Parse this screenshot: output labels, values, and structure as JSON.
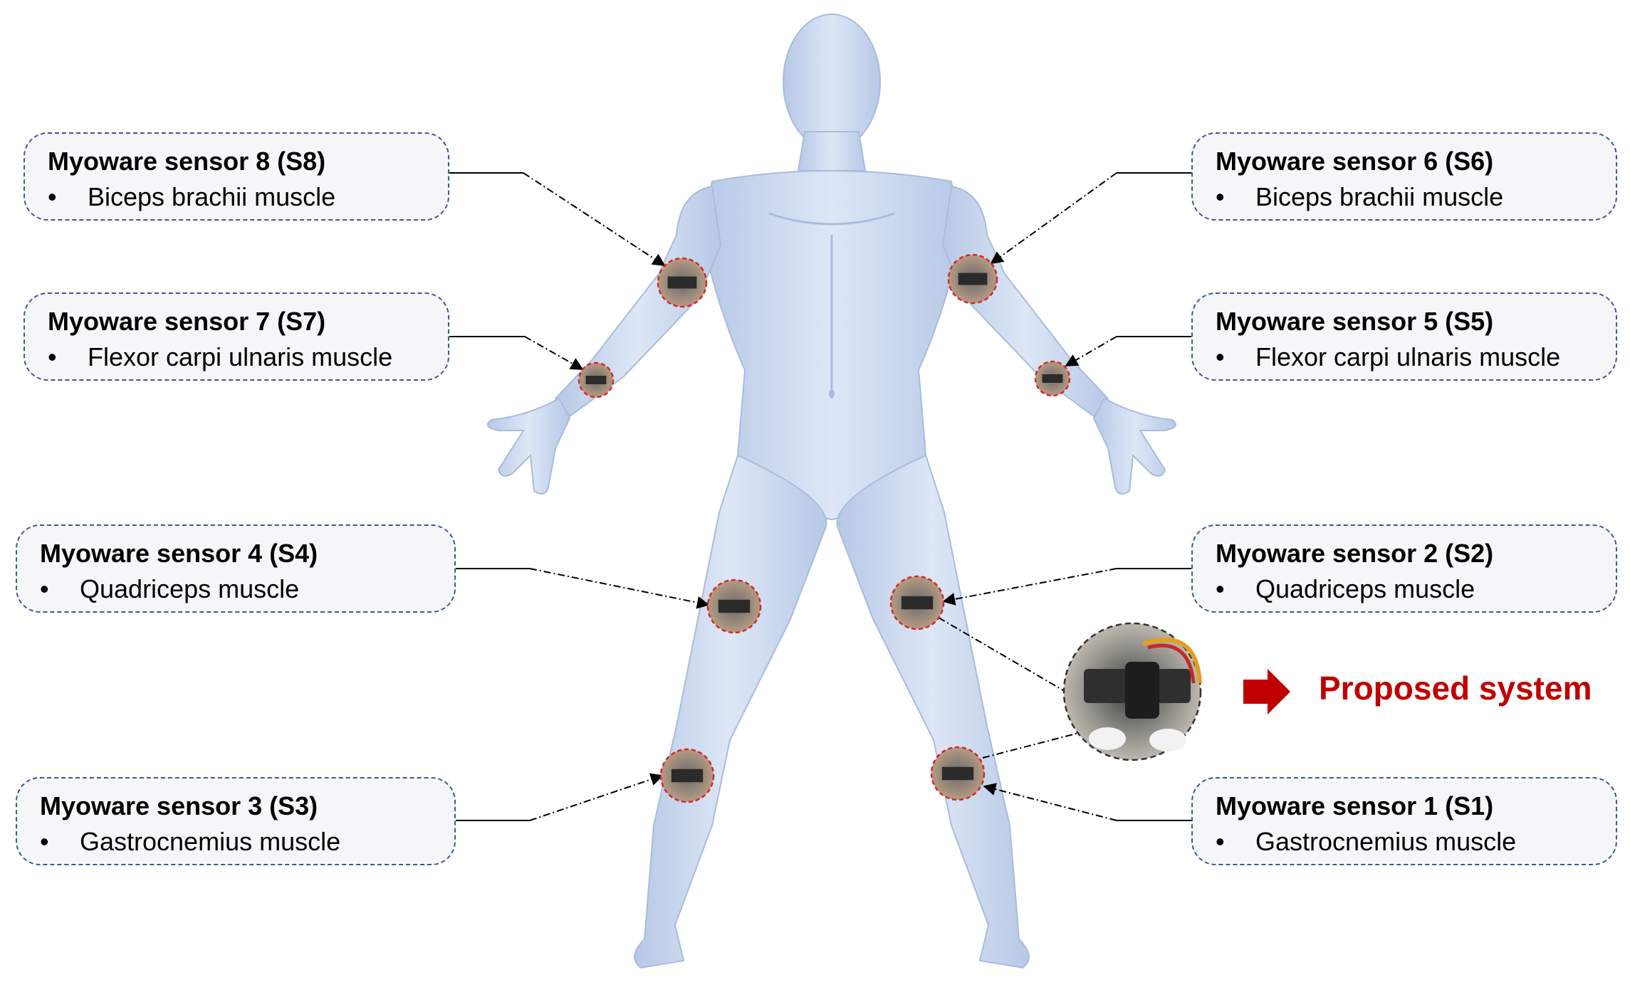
{
  "sensors": [
    {
      "id": "s8",
      "title": "Myoware sensor 8 (S8)",
      "muscle": "Biceps brachii muscle"
    },
    {
      "id": "s7",
      "title": "Myoware sensor 7 (S7)",
      "muscle": "Flexor carpi ulnaris muscle"
    },
    {
      "id": "s4",
      "title": "Myoware sensor 4 (S4)",
      "muscle": "Quadriceps muscle"
    },
    {
      "id": "s3",
      "title": "Myoware sensor 3 (S3)",
      "muscle": "Gastrocnemius muscle"
    },
    {
      "id": "s6",
      "title": "Myoware sensor 6 (S6)",
      "muscle": "Biceps brachii muscle"
    },
    {
      "id": "s5",
      "title": "Myoware sensor 5 (S5)",
      "muscle": "Flexor carpi ulnaris muscle"
    },
    {
      "id": "s2",
      "title": "Myoware sensor 2 (S2)",
      "muscle": "Quadriceps muscle"
    },
    {
      "id": "s1",
      "title": "Myoware sensor 1 (S1)",
      "muscle": "Gastrocnemius muscle"
    }
  ],
  "bullet": "•",
  "proposed_system": "Proposed system",
  "colors": {
    "box_border": "#3c5a8f",
    "box_fill": "#f5f6f8",
    "sensor_ring": "#d62828",
    "arrow": "#c00000",
    "proposed_text": "#c00000",
    "body": "#c9d8ef"
  },
  "icons": {
    "sensor_marker": "sensor-photo-icon",
    "proposed_arrow": "right-arrow-icon",
    "human_body": "human-body-figure"
  }
}
